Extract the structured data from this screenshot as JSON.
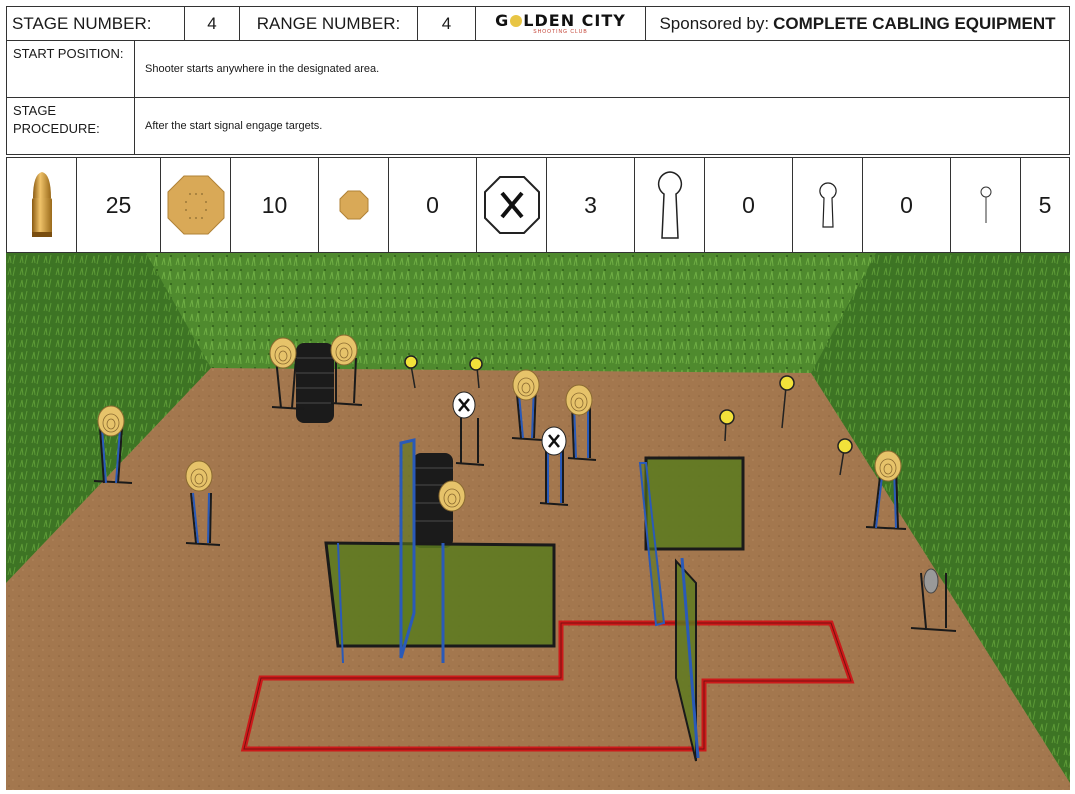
{
  "header": {
    "stage_label": "STAGE NUMBER:",
    "stage_value": "4",
    "range_label": "RANGE NUMBER:",
    "range_value": "4",
    "logo_g": "G",
    "logo_rest": "LDEN CITY",
    "logo_sub": "SHOOTING CLUB",
    "sponsor_prefix": "Sponsored by:",
    "sponsor_name": "COMPLETE CABLING EQUIPMENT"
  },
  "start_position": {
    "label": "START POSITION:",
    "text": "Shooter starts anywhere in the designated area."
  },
  "stage_procedure": {
    "label": "STAGE PROCEDURE:",
    "text": "After the start signal engage targets."
  },
  "counts": {
    "rounds": "25",
    "ipsc_targets": "10",
    "mini_targets": "0",
    "no_shoots": "3",
    "large_poppers": "0",
    "small_poppers": "0",
    "plates": "5"
  },
  "icons": {
    "rounds": "bullet-icon",
    "ipsc_targets": "ipsc-target-icon",
    "mini_targets": "mini-target-icon",
    "no_shoots": "no-shoot-icon",
    "large_poppers": "large-popper-icon",
    "small_poppers": "small-popper-icon",
    "plates": "plate-icon"
  },
  "colors": {
    "target_tan": "#d9a957",
    "grass": "#4f8a2e",
    "dirt": "#a3774e",
    "fault_line": "#cc1a1a",
    "wall_panel": "#5a7a1e",
    "plate_yellow": "#f2e23a"
  }
}
